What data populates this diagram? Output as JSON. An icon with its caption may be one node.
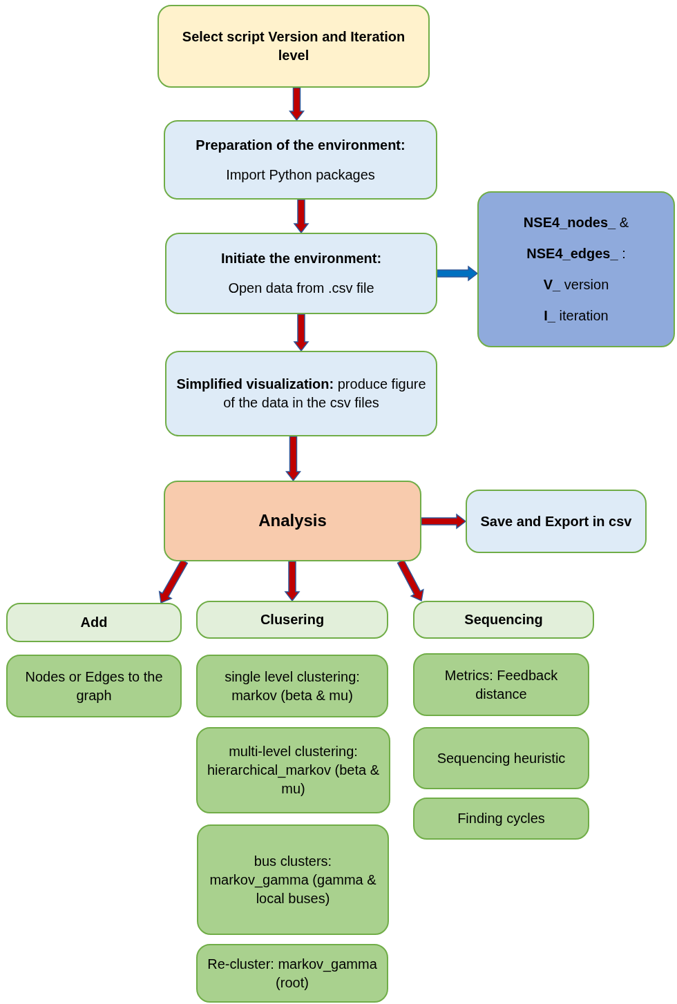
{
  "diagram": {
    "nodes": [
      {
        "text": [
          "Select script Version and Iteration level"
        ]
      },
      {
        "text": [
          "**Preparation of the environment:**",
          "Import Python packages"
        ]
      },
      {
        "text": [
          "**Initiate the environment:**",
          "Open data from .csv file"
        ]
      },
      {
        "text": [
          "**NSE4_nodes_** &",
          "**NSE4_edges_** :",
          "**V_** version",
          "**I_** iteration"
        ]
      },
      {
        "text": [
          "**Simplified visualization:** produce figure of the data in the csv files"
        ]
      },
      {
        "text": [
          "Analysis"
        ]
      },
      {
        "text": [
          "Save and Export in csv"
        ]
      },
      {
        "text": [
          "Add"
        ]
      },
      {
        "text": [
          "Clusering"
        ]
      },
      {
        "text": [
          "Sequencing"
        ]
      },
      {
        "text": [
          "Nodes or Edges to the graph"
        ]
      },
      {
        "text": [
          "single level clustering: markov (beta & mu)"
        ]
      },
      {
        "text": [
          "multi-level clustering: hierarchical_markov (beta & mu)"
        ]
      },
      {
        "text": [
          "bus clusters: markov_gamma (gamma & local buses)"
        ]
      },
      {
        "text": [
          "Re-cluster: markov_gamma (root)"
        ]
      },
      {
        "text": [
          "Metrics: Feedback distance"
        ]
      },
      {
        "text": [
          "Sequencing heuristic"
        ]
      },
      {
        "text": [
          "Finding cycles"
        ]
      }
    ],
    "edges": [
      {
        "from": 0,
        "to": 1,
        "arrow": "to"
      },
      {
        "from": 1,
        "to": 2,
        "arrow": "to"
      },
      {
        "from": 2,
        "to": 3,
        "arrow": "to",
        "color": "#0070c0"
      },
      {
        "from": 2,
        "to": 4,
        "arrow": "to"
      },
      {
        "from": 4,
        "to": 5,
        "arrow": "to"
      },
      {
        "from": 5,
        "to": 6,
        "arrow": "to"
      },
      {
        "from": 5,
        "to": 7,
        "arrow": "to"
      },
      {
        "from": 5,
        "to": 8,
        "arrow": "to"
      },
      {
        "from": 5,
        "to": 9,
        "arrow": "to"
      }
    ]
  }
}
